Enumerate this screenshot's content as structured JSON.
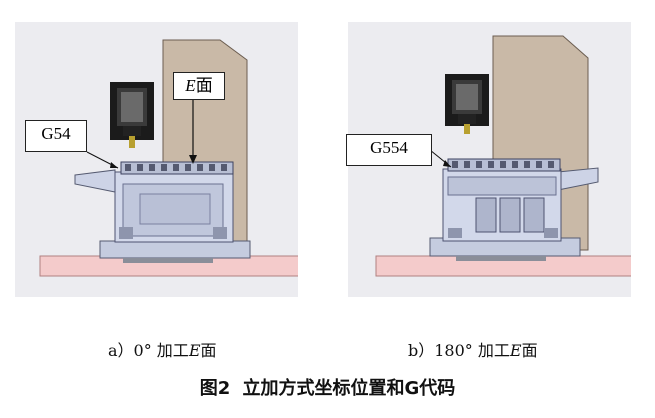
{
  "panel_a": {
    "callout_g": "G54",
    "callout_face_letter": "E",
    "callout_face_suffix": "面",
    "caption": "a）0° 加工E面",
    "caption_prefix": "a）0° 加工",
    "caption_letter": "E",
    "caption_suffix": "面"
  },
  "panel_b": {
    "callout_g": "G554",
    "caption_prefix": "b）180° 加工",
    "caption_letter": "E",
    "caption_suffix": "面"
  },
  "figure": {
    "number": "图2",
    "title": "立加方式坐标位置和G代码"
  }
}
